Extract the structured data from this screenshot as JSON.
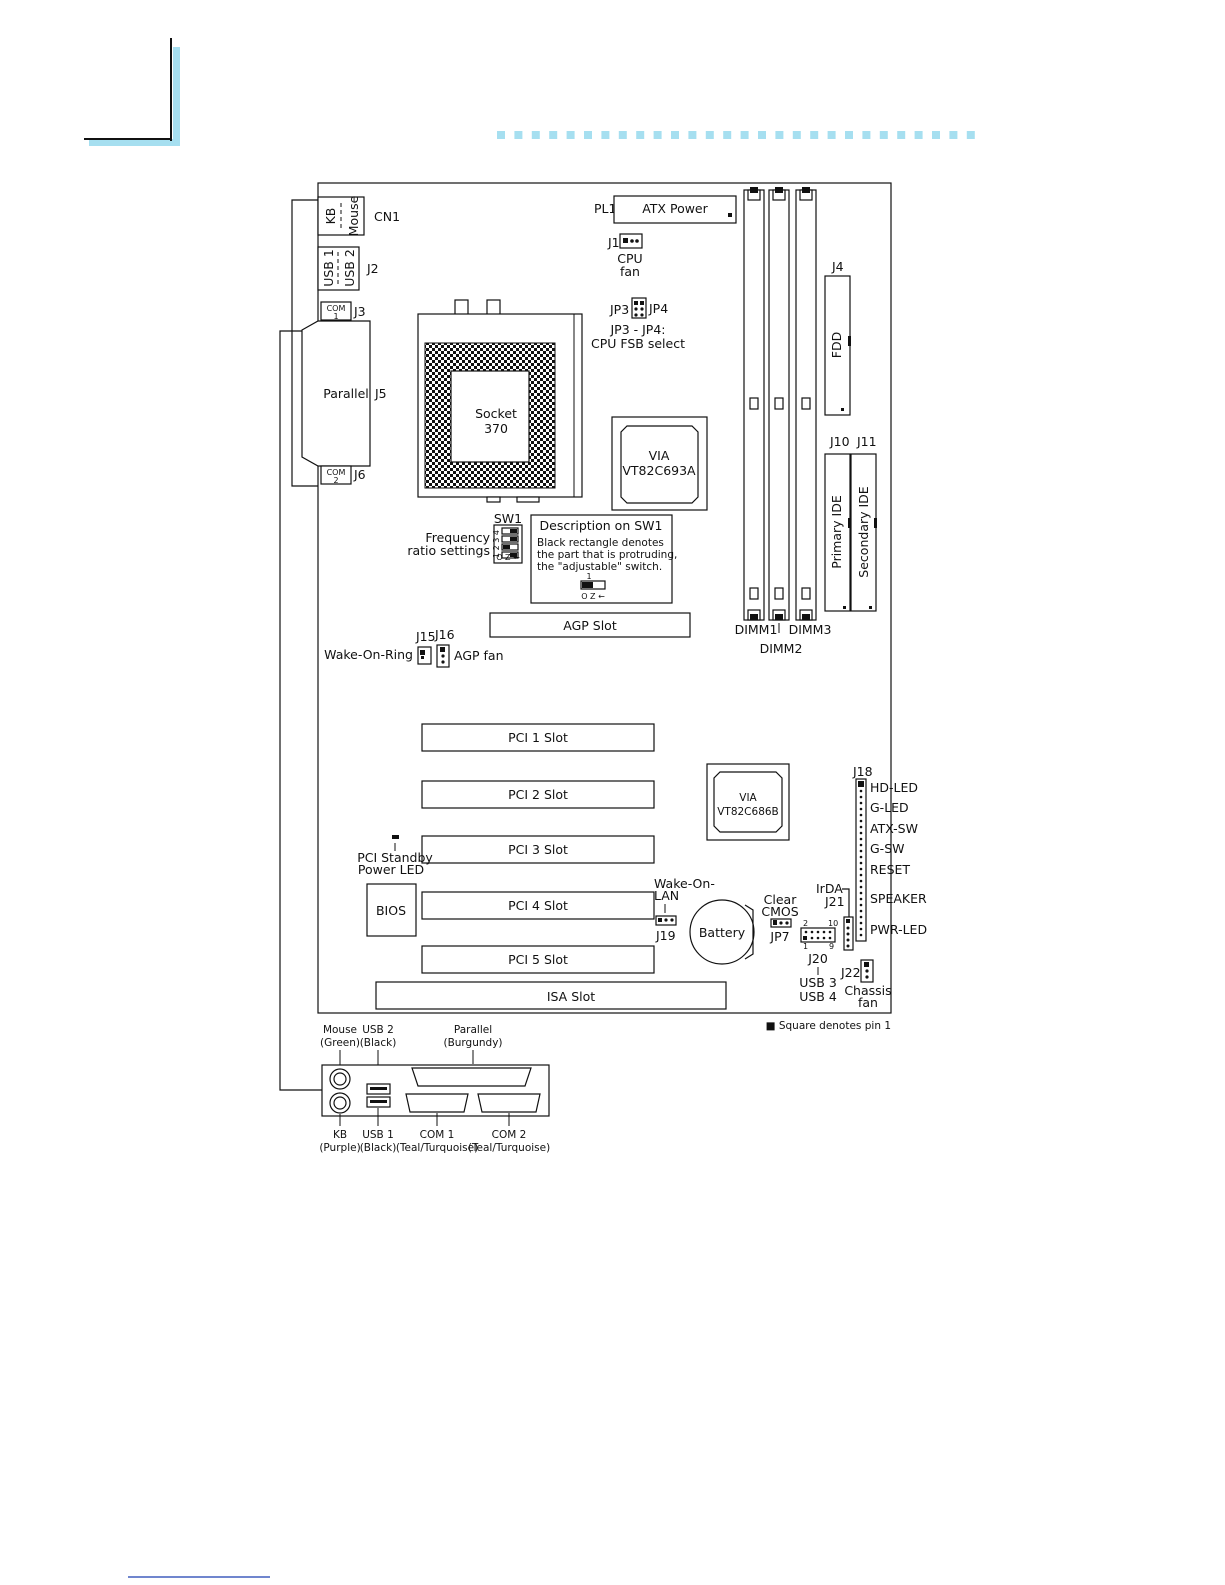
{
  "colors": {
    "accent": "#a6dff0",
    "ink": "#111111",
    "footer_rule": "#1a3fb0"
  },
  "header": {
    "dots_count": 28
  },
  "board": {
    "cn1": {
      "kb": "KB",
      "mouse": "Mouse",
      "ref": "CN1"
    },
    "j2": {
      "usb1": "USB 1",
      "usb2": "USB 2",
      "ref": "J2"
    },
    "j3": {
      "com": "COM",
      "num": "1",
      "ref": "J3"
    },
    "j5": {
      "label": "Parallel",
      "ref": "J5"
    },
    "j6": {
      "com": "COM",
      "num": "2",
      "ref": "J6"
    },
    "pl1": {
      "ref": "PL1",
      "label": "ATX Power"
    },
    "j1": {
      "ref": "J1",
      "line1": "CPU",
      "line2": "fan"
    },
    "jp3": "JP3",
    "jp4": "JP4",
    "jp34_note": {
      "line1": "JP3 - JP4:",
      "line2": "CPU FSB select"
    },
    "socket": {
      "line1": "Socket",
      "line2": "370"
    },
    "north": {
      "line1": "VIA",
      "line2": "VT82C693A"
    },
    "j4": {
      "ref": "J4",
      "label": "FDD"
    },
    "j10": {
      "ref": "J10",
      "label": "Primary IDE"
    },
    "j11": {
      "ref": "J11",
      "label": "Secondary IDE"
    },
    "sw1": {
      "ref": "SW1",
      "line1": "Frequency",
      "line2": "ratio settings",
      "nums": "1 2 3 4",
      "oz": "O Z ←"
    },
    "sw1_desc": {
      "title": "Description on SW1",
      "line1": "Black rectangle denotes",
      "line2": "the part that is protruding,",
      "line3": "the \"adjustable\" switch.",
      "one": "1",
      "oz": "O Z ←"
    },
    "agp": "AGP Slot",
    "dimm1": "DIMM1",
    "dimm2": "DIMM2",
    "dimm3": "DIMM3",
    "j15": "J15",
    "j16": "J16",
    "wake_ring": "Wake-On-Ring",
    "agp_fan": "AGP fan",
    "pci_slots": [
      "PCI 1 Slot",
      "PCI 2 Slot",
      "PCI 3 Slot",
      "PCI 4 Slot",
      "PCI 5 Slot"
    ],
    "isa": "ISA Slot",
    "south": {
      "line1": "VIA",
      "line2": "VT82C686B"
    },
    "j18": {
      "ref": "J18",
      "pins": [
        "HD-LED",
        "G-LED",
        "ATX-SW",
        "G-SW",
        "RESET",
        "SPEAKER",
        "PWR-LED"
      ]
    },
    "pci_led": {
      "line1": "PCI Standby",
      "line2": "Power LED"
    },
    "bios": "BIOS",
    "wol": {
      "line1": "Wake-On-",
      "line2": "LAN",
      "ref": "J19"
    },
    "battery": "Battery",
    "jp7": {
      "line1": "Clear",
      "line2": "CMOS",
      "ref": "JP7"
    },
    "j21": {
      "line1": "IrDA",
      "ref": "J21"
    },
    "j20": {
      "ref": "J20",
      "line1": "USB 3",
      "line2": "USB 4",
      "pin2": "2",
      "pin10": "10",
      "pin1": "1",
      "pin9": "9"
    },
    "j22": {
      "ref": "J22",
      "line1": "Chassis",
      "line2": "fan"
    },
    "pin_note": "■ Square denotes pin 1"
  },
  "rear_panel": {
    "mouse": {
      "line1": "Mouse",
      "line2": "(Green)"
    },
    "usb2": {
      "line1": "USB 2",
      "line2": "(Black)"
    },
    "parallel": {
      "line1": "Parallel",
      "line2": "(Burgundy)"
    },
    "kb": {
      "line1": "KB",
      "line2": "(Purple)"
    },
    "usb1": {
      "line1": "USB 1",
      "line2": "(Black)"
    },
    "com1": {
      "line1": "COM 1",
      "line2": "(Teal/Turquoise)"
    },
    "com2": {
      "line1": "COM 2",
      "line2": "(Teal/Turquoise)"
    }
  }
}
